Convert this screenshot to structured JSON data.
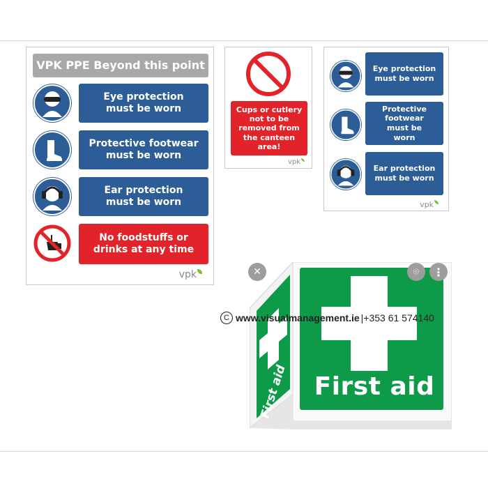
{
  "sign_large": {
    "title": "VPK PPE Beyond this point",
    "rows": [
      {
        "label": "Eye protection must be worn",
        "icon": "goggles-icon",
        "kind": "mandatory"
      },
      {
        "label": "Protective footwear must be worn",
        "icon": "boot-icon",
        "kind": "mandatory"
      },
      {
        "label": "Ear protection must be worn",
        "icon": "ear-defenders-icon",
        "kind": "mandatory"
      },
      {
        "label": "No foodstuffs or drinks at any time",
        "icon": "no-food-icon",
        "kind": "prohibition"
      }
    ],
    "brand": "vpk"
  },
  "sign_canteen": {
    "label": "Cups or cutlery not to be removed from the canteen area!",
    "icon": "prohibition-icon",
    "brand": "vpk"
  },
  "sign_small": {
    "rows": [
      {
        "label": "Eye protection must be worn",
        "icon": "goggles-icon"
      },
      {
        "label": "Protective footwear must be worn",
        "icon": "boot-icon"
      },
      {
        "label": "Ear protection must be worn",
        "icon": "ear-defenders-icon"
      }
    ],
    "brand": "vpk"
  },
  "first_aid": {
    "front_text": "First aid",
    "side_text": "First aid"
  },
  "watermark": {
    "symbol": "C",
    "website": "www.visualmanagement.ie",
    "phone": "|+353 61 574140"
  },
  "colors": {
    "mandatory_blue": "#2c5d96",
    "prohibition_red": "#e2242a",
    "first_aid_green": "#0d9a49",
    "title_grey": "#a7a9a6"
  }
}
